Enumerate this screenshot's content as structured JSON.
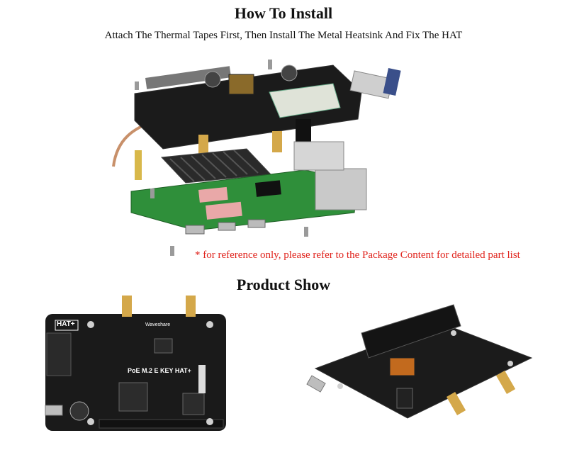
{
  "install": {
    "heading": "How To Install",
    "instruction": "Attach The Thermal Tapes First, Then Install The Metal Heatsink And Fix The HAT",
    "note": "* for reference only, please refer to the Package Content for detailed part list"
  },
  "product": {
    "heading": "Product Show",
    "board_label": "PoE M.2 E KEY HAT+",
    "hat_label": "HAT+",
    "brand_label": "Waveshare"
  },
  "colors": {
    "note_red": "#e0231c",
    "pcb_black": "#1a1a1a",
    "pcb_green": "#2f8f3a",
    "gold": "#d4a84a"
  }
}
